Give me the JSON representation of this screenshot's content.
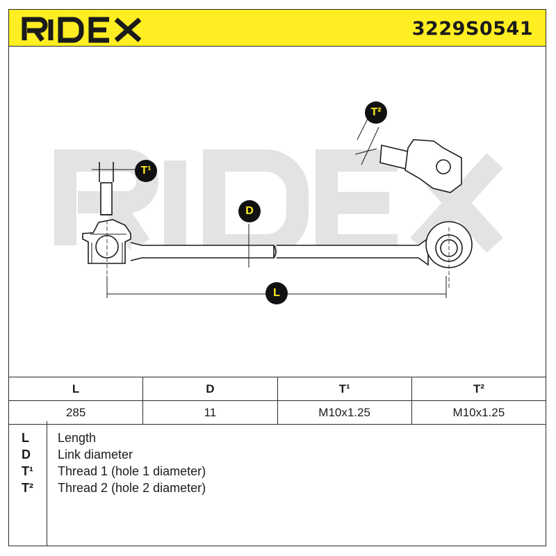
{
  "header": {
    "brand": "RIDEX",
    "part_number": "3229S0541"
  },
  "diagram": {
    "watermark": "RIDEX",
    "callouts": {
      "t1": "T¹",
      "t2": "T²",
      "d": "D",
      "l": "L"
    }
  },
  "table": {
    "headers": [
      "L",
      "D",
      "T¹",
      "T²"
    ],
    "values": [
      "285",
      "11",
      "M10x1.25",
      "M10x1.25"
    ]
  },
  "legend": [
    {
      "key": "L",
      "desc": "Length"
    },
    {
      "key": "D",
      "desc": "Link diameter"
    },
    {
      "key": "T¹",
      "desc": "Thread 1 (hole 1 diameter)"
    },
    {
      "key": "T²",
      "desc": "Thread 2 (hole 2 diameter)"
    }
  ],
  "colors": {
    "header_bg": "#ffee22",
    "callout_bg": "#111111",
    "callout_text": "#ffee22",
    "watermark": "#e3e3e3"
  }
}
